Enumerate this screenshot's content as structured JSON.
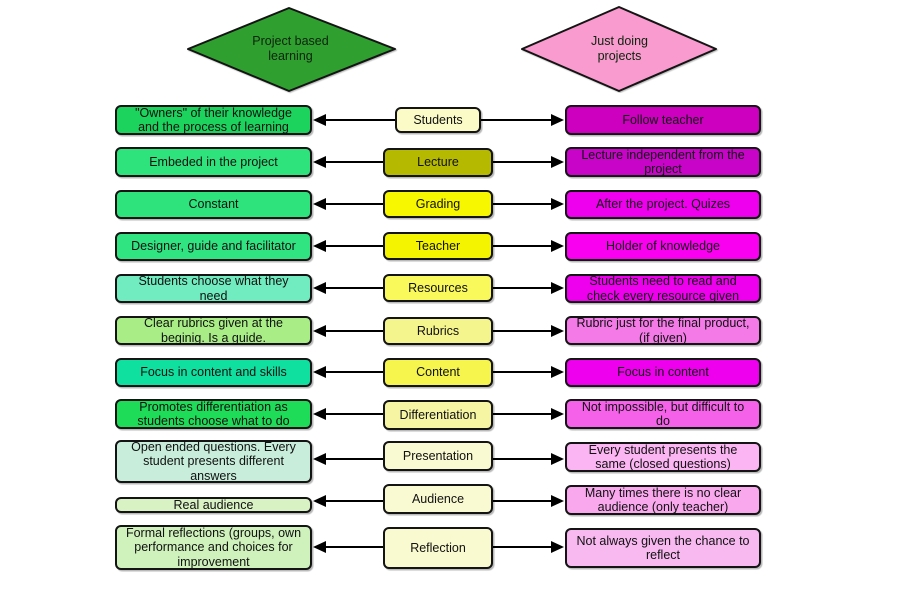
{
  "diamonds": {
    "left": {
      "label": "Project based learning",
      "fill": "#2FA02F",
      "border": "#141414"
    },
    "right": {
      "label": "Just doing projects",
      "fill": "#F99BCE",
      "border": "#141414"
    }
  },
  "arrow_color": "#000000",
  "rows": [
    {
      "topic": {
        "text": "Students",
        "fill": "#FBFBC8"
      },
      "left": {
        "text": "\"Owners\" of their knowledge and the process of learning",
        "fill": "#1CD35D"
      },
      "right": {
        "text": "Follow teacher",
        "fill": "#CC00BE"
      }
    },
    {
      "topic": {
        "text": "Lecture",
        "fill": "#B5B900"
      },
      "left": {
        "text": "Embeded in the project",
        "fill": "#2EE27C"
      },
      "right": {
        "text": "Lecture independent from the project",
        "fill": "#C704C7"
      }
    },
    {
      "topic": {
        "text": "Grading",
        "fill": "#F7F700"
      },
      "left": {
        "text": "Constant",
        "fill": "#2EE27C"
      },
      "right": {
        "text": "After the project. Quizes",
        "fill": "#EE00EE"
      }
    },
    {
      "topic": {
        "text": "Teacher",
        "fill": "#F4F400"
      },
      "left": {
        "text": "Designer, guide and facilitator",
        "fill": "#30E482"
      },
      "right": {
        "text": "Holder of knowledge",
        "fill": "#FA00F0"
      }
    },
    {
      "topic": {
        "text": "Resources",
        "fill": "#F9F95C"
      },
      "left": {
        "text": "Students choose what they need",
        "fill": "#70ECC0"
      },
      "right": {
        "text": "Students need to read and check every resource given",
        "fill": "#EE00EE"
      }
    },
    {
      "topic": {
        "text": "Rubrics",
        "fill": "#F5F58E"
      },
      "left": {
        "text": "Clear rubrics given at the beginig. Is a guide.",
        "fill": "#A8ED85"
      },
      "right": {
        "text": "Rubric just for the final product, (if given)",
        "fill": "#F47AE8"
      }
    },
    {
      "topic": {
        "text": "Content",
        "fill": "#F5F54E"
      },
      "left": {
        "text": "Focus in content and skills",
        "fill": "#0FE0A0"
      },
      "right": {
        "text": "Focus in content",
        "fill": "#EE00EE"
      }
    },
    {
      "topic": {
        "text": "Differentiation",
        "fill": "#F5F5A3"
      },
      "left": {
        "text": "Promotes differentiation as students choose what to do",
        "fill": "#1EDC58"
      },
      "right": {
        "text": "Not impossible, but difficult to do",
        "fill": "#F661EA"
      }
    },
    {
      "topic": {
        "text": "Presentation",
        "fill": "#FAFAD2"
      },
      "left": {
        "text": "Open ended questions. Every student presents different answers",
        "fill": "#C8EEDB"
      },
      "right": {
        "text": "Every student presents the same (closed questions)",
        "fill": "#FBB5F2"
      }
    },
    {
      "topic": {
        "text": "Audience",
        "fill": "#FAFAD2"
      },
      "left": {
        "text": "Real audience",
        "fill": "#D9F2C4"
      },
      "right": {
        "text": "Many times there is no clear audience (only teacher)",
        "fill": "#F9A8EE"
      }
    },
    {
      "topic": {
        "text": "Reflection",
        "fill": "#FAFAD0"
      },
      "left": {
        "text": "Formal reflections (groups, own performance and choices for improvement",
        "fill": "#CFF2BC"
      },
      "right": {
        "text": "Not always given the chance to reflect",
        "fill": "#F8B9F1"
      }
    }
  ]
}
